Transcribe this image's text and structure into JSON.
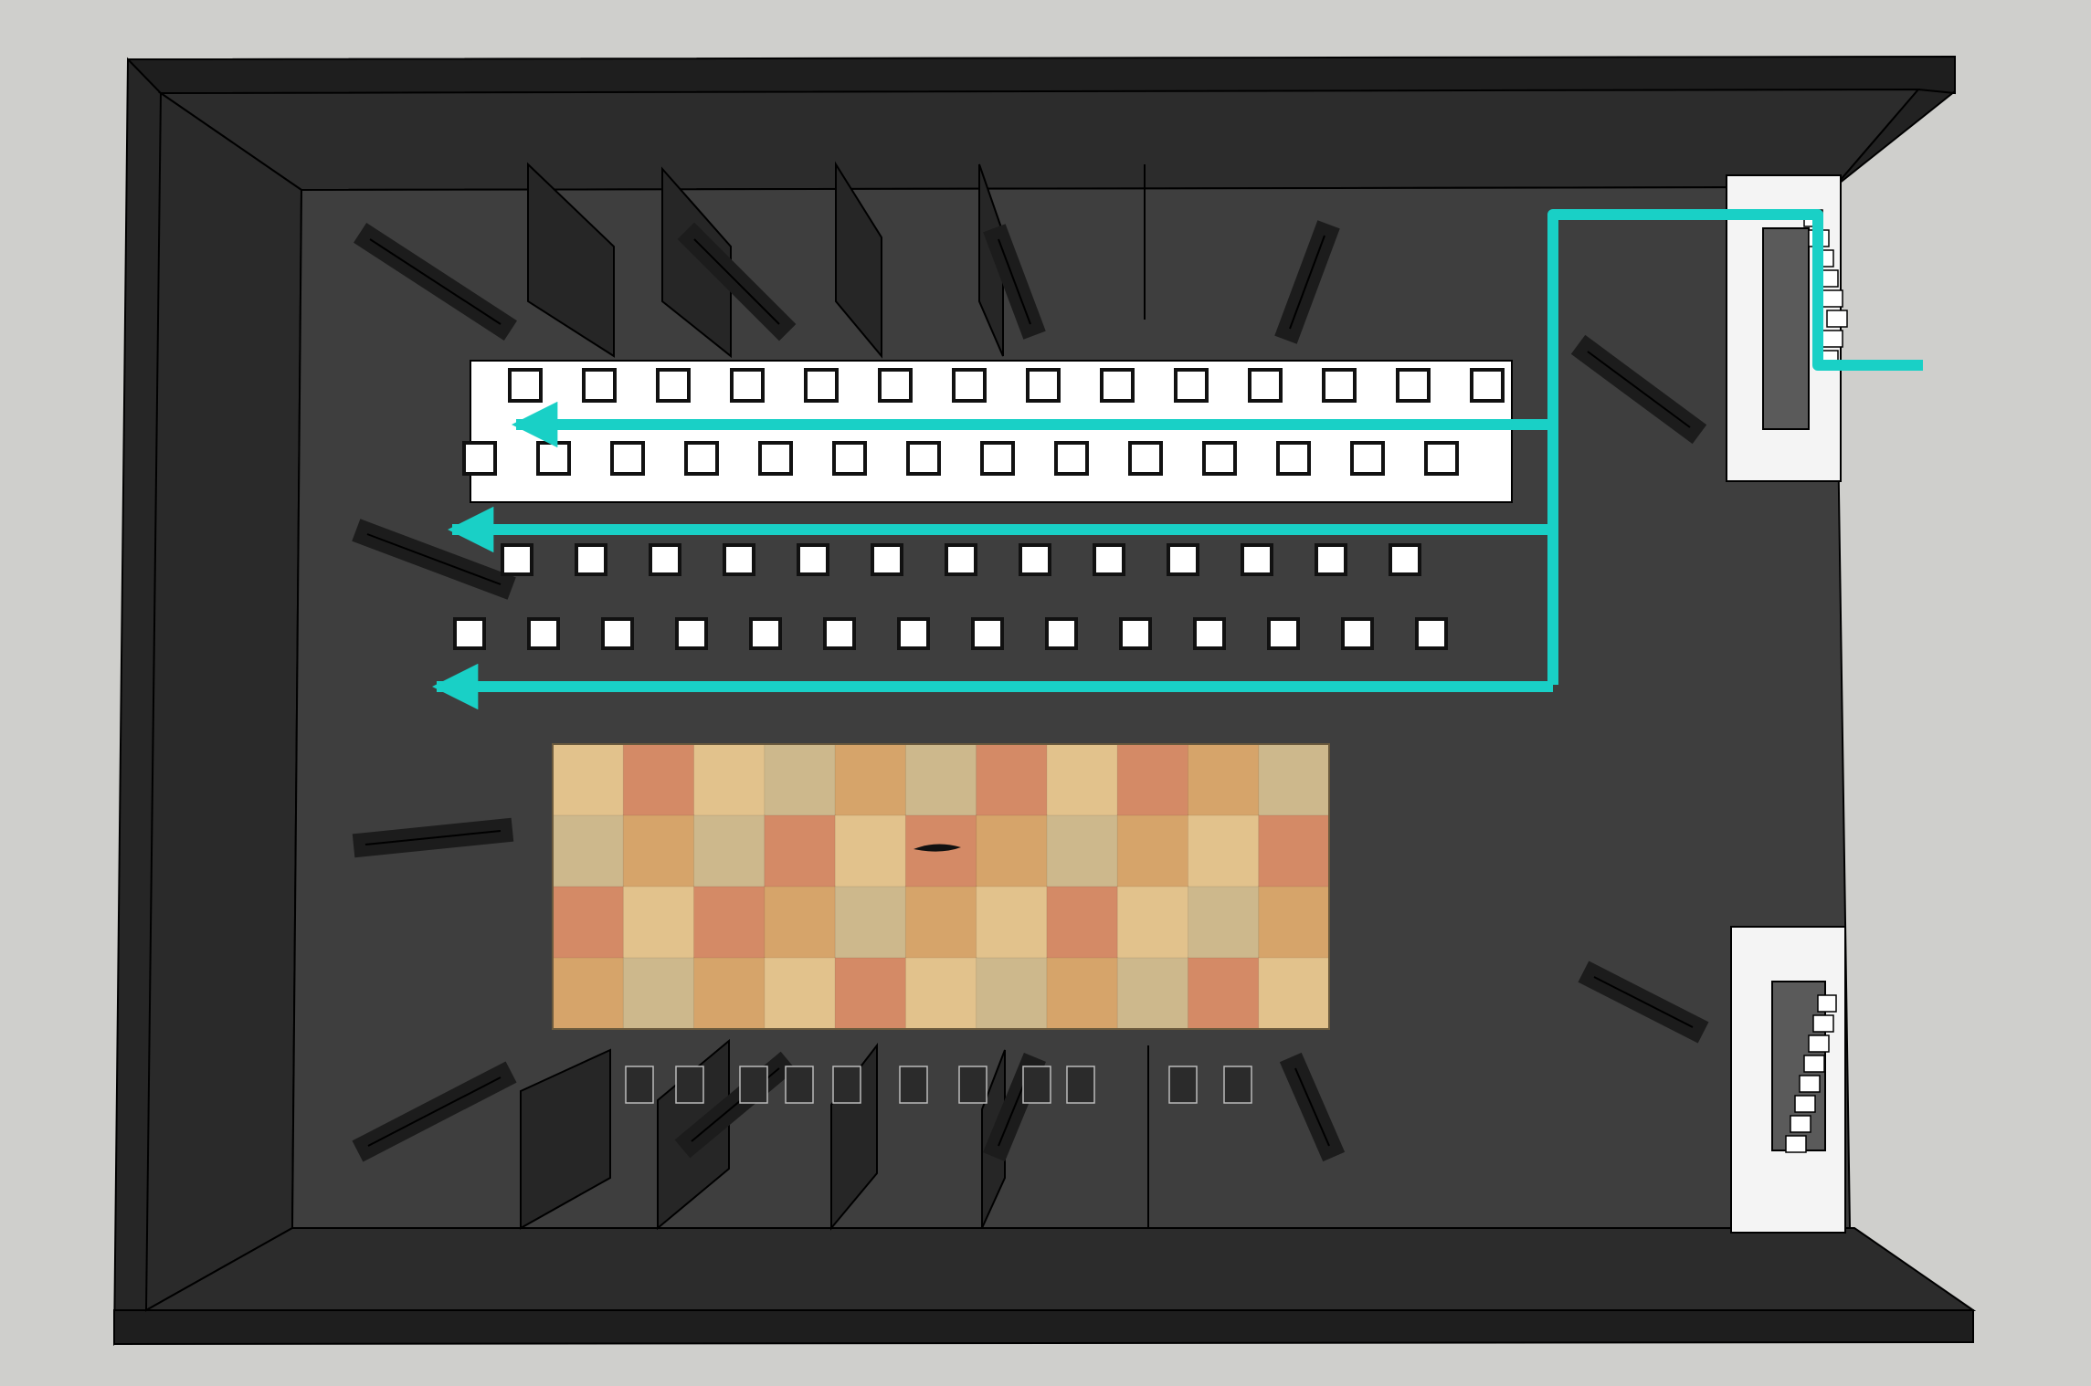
{
  "colors": {
    "background": "#cfcfcc",
    "wall": "#2a2a2a",
    "wall_top": "#1e1e1e",
    "floor": "#3e3e3e",
    "riser": "#ffffff",
    "seat_fill": "#ffffff",
    "seat_stroke": "#111111",
    "stage_light": "#e2c28c",
    "stage_mid": "#d6a46a",
    "stage_red": "#d48a66",
    "stage_pale": "#cdb88c",
    "panel": "#262626",
    "fixture": "#1c1c1c",
    "route_arrow": "#19d0c6",
    "stair": "#f4f4f4"
  },
  "seating": {
    "back_riser_rows": [
      14,
      14
    ],
    "front_floor_rows": [
      13,
      14
    ]
  },
  "stage": {
    "material": "wood-panel-floor",
    "panel_grid": "4x11"
  },
  "circulation": {
    "exit_routes": 3,
    "direction": "left"
  }
}
